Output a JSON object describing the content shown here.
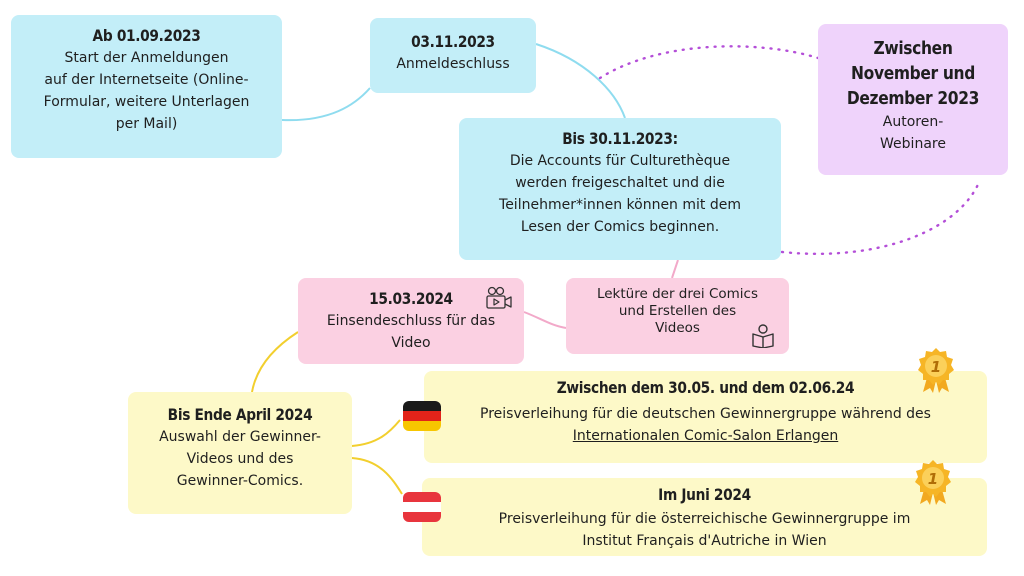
{
  "nodes": {
    "start": {
      "title": "Ab 01.09.2023",
      "lines": [
        "Start der Anmeldungen",
        "auf der Internetseite (Online-",
        "Formular, weitere Unterlagen",
        "per Mail)"
      ]
    },
    "deadline": {
      "title": "03.11.2023",
      "lines": [
        "Anmeldeschluss"
      ]
    },
    "webinar": {
      "title_lines": [
        "Zwischen",
        "November und",
        "Dezember 2023"
      ],
      "lines": [
        "Autoren-",
        "Webinare"
      ]
    },
    "accounts": {
      "title": "Bis 30.11.2023:",
      "lines": [
        "Die Accounts für Culturethèque",
        "werden freigeschaltet und die",
        "Teilnehmer*innen können mit dem",
        "Lesen der Comics beginnen."
      ]
    },
    "reading": {
      "lines": [
        "Lektüre der drei Comics",
        "und Erstellen des",
        "Videos"
      ]
    },
    "video": {
      "title": "15.03.2024",
      "lines": [
        "Einsendeschluss für das",
        "Video"
      ]
    },
    "selection": {
      "title": "Bis Ende April 2024",
      "lines": [
        "Auswahl der Gewinner-",
        "Videos und des",
        "Gewinner-Comics."
      ]
    },
    "germany": {
      "title": "Zwischen dem 30.05. und dem 02.06.24",
      "line1": "Preisverleihung für die deutschen Gewinnergruppe während des",
      "link": "Internationalen Comic-Salon Erlangen"
    },
    "austria": {
      "title": "Im Juni 2024",
      "lines": [
        "Preisverleihung für die österreichische  Gewinnergruppe im",
        "Institut Français d'Autriche in Wien"
      ]
    }
  },
  "icons": {
    "video": "video-camera-icon",
    "reading": "reading-book-icon",
    "medal": "gold-medal-icon",
    "medal_label": "1",
    "flag_de": "flag-germany-icon",
    "flag_at": "flag-austria-icon"
  },
  "colors": {
    "blue": "#c3eef8",
    "lilac": "#efd3fb",
    "pink": "#fbd0e2",
    "yellow": "#fdf9c8",
    "blue_line": "#8fdcef",
    "purple_dots": "#b44fd8",
    "pink_line": "#f2a9c9",
    "yellow_line": "#f2cf2e",
    "medal_gold": "#f2a91f"
  }
}
